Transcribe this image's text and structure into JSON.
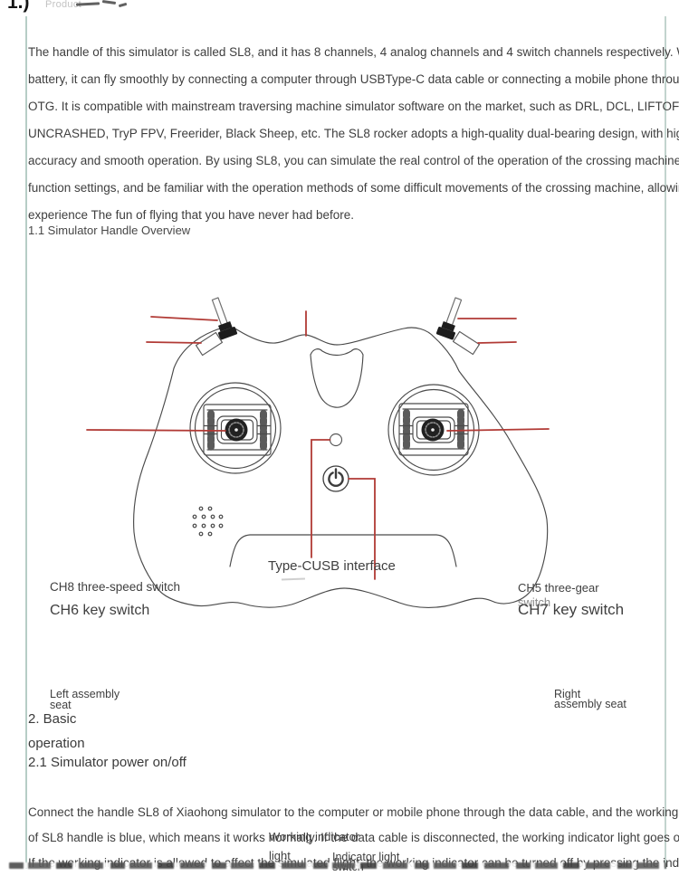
{
  "page": {
    "title_prefix": "1.)",
    "title_faded": "Product",
    "intro_lines": [
      "The handle of this simulator is called SL8, and it has 8 channels, 4 analog channels and 4 switch channels respectively. Without",
      "battery, it can fly smoothly by connecting a computer through USBType-C data cable or connecting a mobile phone through Type-C to",
      "OTG. It is compatible with mainstream traversing machine simulator software on the market, such as DRL, DCL, LIFTOFF,",
      "UNCRASHED, TryP FPV, Freerider, Black Sheep, etc. The SL8 rocker adopts a high-quality dual-bearing design, with high control",
      "accuracy and smooth operation. By using SL8, you can simulate the real control of the operation of the crossing machine and related",
      "function settings, and be familiar with the operation methods of some difficult movements of the crossing machine, allowing you to",
      "experience The fun of flying that you have never had before."
    ],
    "section_1_1": "1.1 Simulator Handle Overview",
    "section_2": "2. Basic",
    "section_2b": "operation",
    "section_2_1": "2.1 Simulator power on/off",
    "body_lines": [
      "Connect the handle SL8 of Xiaohong simulator to the computer or mobile phone through the data cable, and the working indicator light",
      "of SL8 handle is blue, which means it works normally. If the data cable is disconnected, the working indicator light goes out, and the",
      "If the working indicator is allowed to affect the simulated flight, the working indicator can be turned off by pressing the indicator switch"
    ]
  },
  "diagram": {
    "labels": {
      "ch8": "CH8 three-speed switch",
      "ch6": "CH6 key switch",
      "usb": "Type-CUSB interface",
      "ch5_line1": "CH5 three-gear",
      "ch5_line2": "switch",
      "ch7": "CH7 key switch",
      "left_seat_line1": "Left assembly",
      "left_seat_line2": "seat",
      "right_seat_line1": "Right",
      "right_seat_line2": "assembly seat",
      "working_line1": "Working indicator",
      "working_line2": "light",
      "indicator_switch_line1": "Indicator light",
      "indicator_switch_line2": "switch"
    },
    "colors": {
      "annotation_red": "#b13a35",
      "outline_gray": "#4a4a4a",
      "border_teal": "#b6cdc6"
    }
  }
}
